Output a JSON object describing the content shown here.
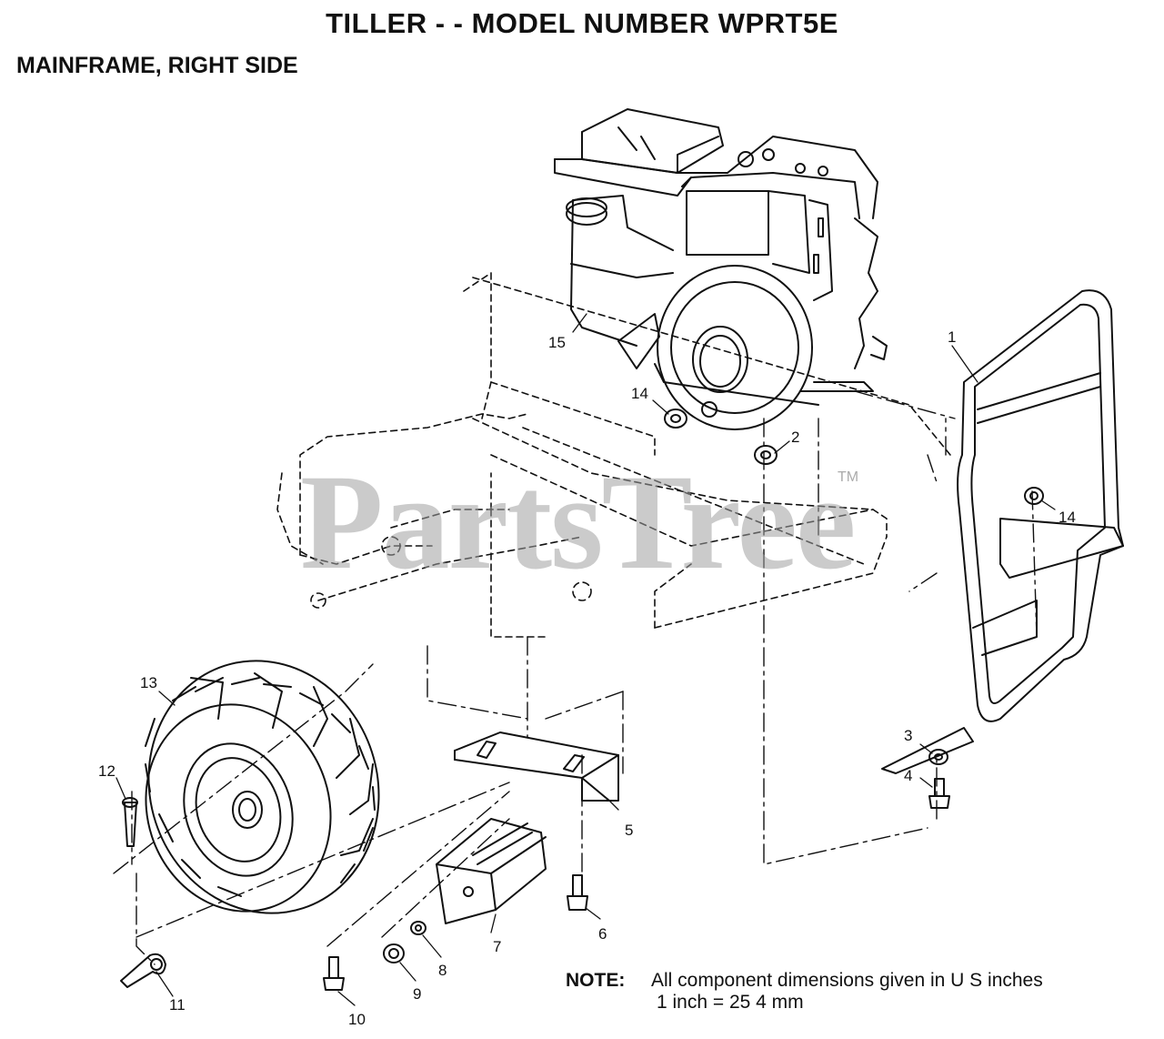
{
  "title": "TILLER - - MODEL NUMBER WPRT5E",
  "subtitle": "MAINFRAME, RIGHT SIDE",
  "watermark": "PartsTree",
  "watermark_tm": "TM",
  "note": {
    "label": "NOTE:",
    "line1": "All component dimensions given in U S inches",
    "line2": "1 inch = 25 4 mm"
  },
  "callouts": [
    {
      "id": "c1",
      "text": "1"
    },
    {
      "id": "c2",
      "text": "2"
    },
    {
      "id": "c3",
      "text": "3"
    },
    {
      "id": "c4",
      "text": "4"
    },
    {
      "id": "c5",
      "text": "5"
    },
    {
      "id": "c6",
      "text": "6"
    },
    {
      "id": "c7",
      "text": "7"
    },
    {
      "id": "c8",
      "text": "8"
    },
    {
      "id": "c9",
      "text": "9"
    },
    {
      "id": "c10",
      "text": "10"
    },
    {
      "id": "c11",
      "text": "11"
    },
    {
      "id": "c12",
      "text": "12"
    },
    {
      "id": "c13",
      "text": "13"
    },
    {
      "id": "c14a",
      "text": "14"
    },
    {
      "id": "c14b",
      "text": "14"
    },
    {
      "id": "c15",
      "text": "15"
    }
  ]
}
